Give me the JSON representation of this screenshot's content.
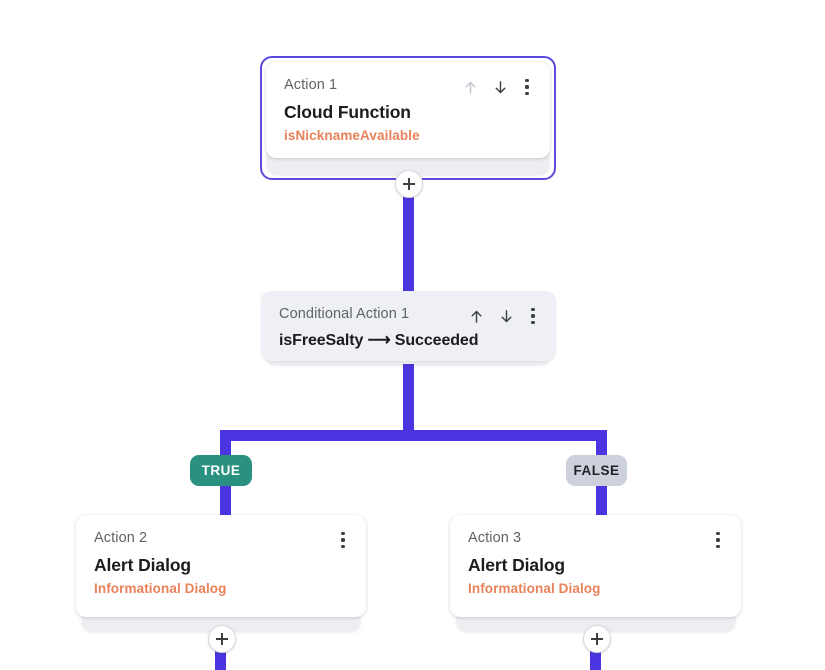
{
  "canvas": {
    "background": "#ffffff",
    "connector_color": "#4a35e0"
  },
  "nodes": {
    "action1": {
      "eyebrow": "Action 1",
      "title": "Cloud Function",
      "subtitle": "isNicknameAvailable",
      "subtitle_color": "#e8825a",
      "selected": true,
      "selection_color": "#5a4ae3",
      "move_up_enabled": false,
      "move_down_enabled": true
    },
    "conditional1": {
      "eyebrow": "Conditional Action 1",
      "title": "isFreeSalty ⟶ Succeeded",
      "move_up_enabled": true,
      "move_down_enabled": true
    },
    "action2": {
      "eyebrow": "Action 2",
      "title": "Alert Dialog",
      "subtitle": "Informational Dialog",
      "subtitle_color": "#e8825a"
    },
    "action3": {
      "eyebrow": "Action 3",
      "title": "Alert Dialog",
      "subtitle": "Informational Dialog",
      "subtitle_color": "#e8825a"
    }
  },
  "branches": {
    "true_label": "TRUE",
    "true_color": "#2a9080",
    "false_label": "FALSE",
    "false_color": "#ccd1dc"
  },
  "icons": {
    "move_up": "arrow-up-icon",
    "move_down": "arrow-down-icon",
    "menu": "kebab-menu-icon",
    "add": "plus-icon"
  }
}
